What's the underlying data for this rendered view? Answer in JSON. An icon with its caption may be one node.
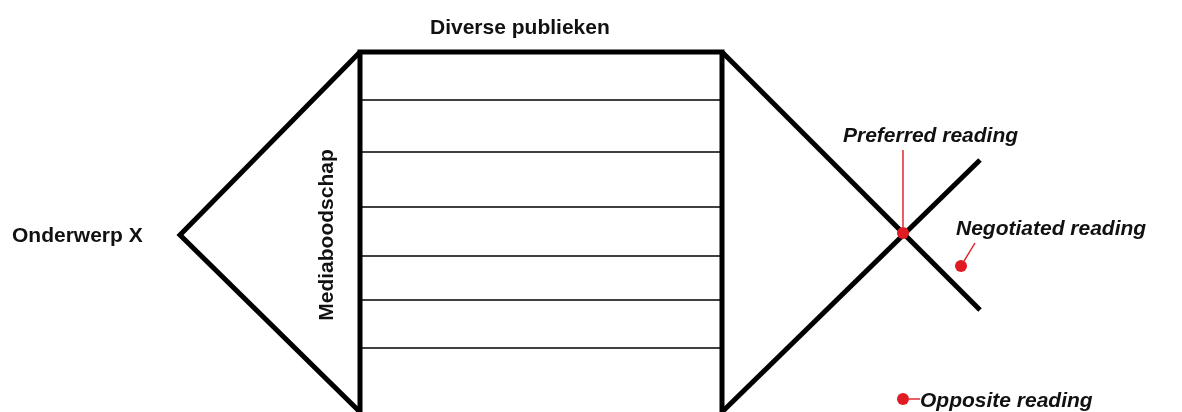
{
  "diagram": {
    "nodes": [
      {
        "text": [
          "Preferred reading"
        ]
      },
      {
        "text": [],
        "shape": "circle"
      },
      {
        "text": [
          "Negotiated reading"
        ]
      },
      {
        "text": [],
        "shape": "circle"
      },
      {
        "text": [],
        "shape": "circle"
      },
      {
        "text": [
          "Opposite reading"
        ]
      }
    ],
    "edges": [
      {
        "from": 0,
        "to": 1,
        "arrow": "none"
      },
      {
        "from": 2,
        "to": 3,
        "arrow": "none"
      },
      {
        "from": 5,
        "to": 4,
        "arrow": "none"
      }
    ],
    "labels": [
      "Diverse publieken",
      "Onderwerp X",
      "Mediaboodschap"
    ]
  }
}
